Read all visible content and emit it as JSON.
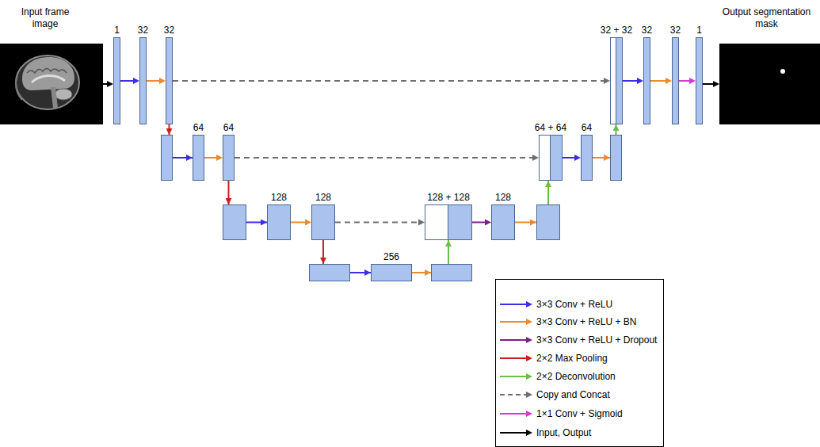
{
  "diagram": {
    "nodes": [
      {
        "text": [
          "Input frame image"
        ]
      },
      {
        "text": [
          "1"
        ]
      },
      {
        "text": [
          "32"
        ]
      },
      {
        "text": [
          "32"
        ]
      },
      {
        "text": [
          "64"
        ]
      },
      {
        "text": [
          "64"
        ]
      },
      {
        "text": [
          "128"
        ]
      },
      {
        "text": [
          "128"
        ]
      },
      {
        "text": [
          "256"
        ]
      },
      {
        "text": [
          "128 + 128"
        ]
      },
      {
        "text": [
          "128"
        ]
      },
      {
        "text": [
          "64 + 64"
        ]
      },
      {
        "text": [
          "64"
        ]
      },
      {
        "text": [
          "32 + 32"
        ]
      },
      {
        "text": [
          "32"
        ]
      },
      {
        "text": [
          "32"
        ]
      },
      {
        "text": [
          "1"
        ]
      },
      {
        "text": [
          "Output segmentation mask"
        ]
      }
    ],
    "edges": [
      {
        "from": 0,
        "to": 1,
        "arrow": "to"
      },
      {
        "from": 1,
        "to": 2,
        "arrow": "to"
      },
      {
        "from": 2,
        "to": 3,
        "arrow": "to"
      },
      {
        "from": 3,
        "to": 13,
        "arrow": "to"
      },
      {
        "from": 4,
        "to": 5,
        "arrow": "to"
      },
      {
        "from": 5,
        "to": 11,
        "arrow": "to"
      },
      {
        "from": 6,
        "to": 7,
        "arrow": "to"
      },
      {
        "from": 7,
        "to": 9,
        "arrow": "to"
      },
      {
        "from": 9,
        "to": 10,
        "arrow": "to"
      },
      {
        "from": 11,
        "to": 12,
        "arrow": "to"
      },
      {
        "from": 13,
        "to": 14,
        "arrow": "to"
      },
      {
        "from": 14,
        "to": 15,
        "arrow": "to"
      },
      {
        "from": 15,
        "to": 16,
        "arrow": "to"
      },
      {
        "from": 16,
        "to": 17,
        "arrow": "to"
      }
    ],
    "legend": [
      {
        "text": "3×3 Conv + ReLU"
      },
      {
        "text": "3×3 Conv + ReLU + BN"
      },
      {
        "text": "3×3 Conv + ReLU + Dropout"
      },
      {
        "text": "2×2 Max Pooling"
      },
      {
        "text": "2×2 Deconvolution"
      },
      {
        "text": "Copy and Concat"
      },
      {
        "text": "1×1 Conv + Sigmoid"
      },
      {
        "text": "Input, Output"
      }
    ]
  }
}
